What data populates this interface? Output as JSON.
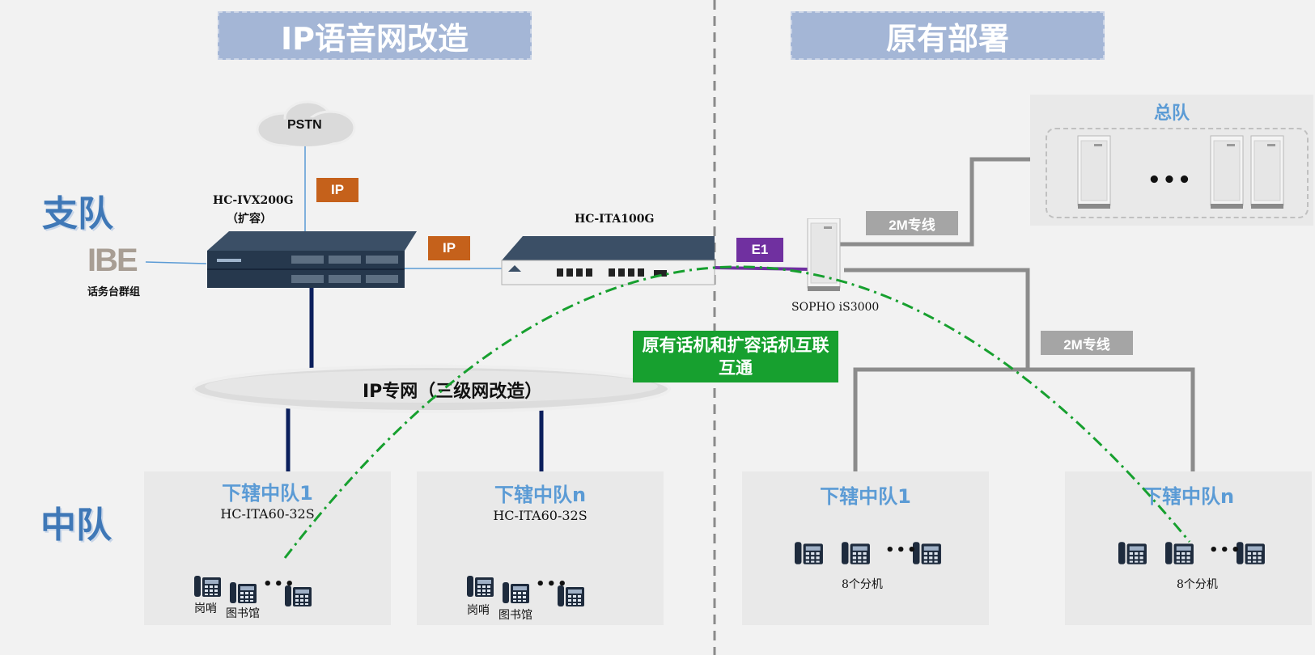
{
  "banners": {
    "left": "IP语音网改造",
    "right": "原有部署"
  },
  "levels": {
    "branch": "支队",
    "squad": "中队"
  },
  "cloud": {
    "pstn": "PSTN",
    "ip_net": "IP专网（三级网改造）"
  },
  "devices": {
    "ivx": {
      "name": "HC-IVX200G",
      "note": "（扩容）"
    },
    "ita100": {
      "name": "HC-ITA100G"
    },
    "sopho": {
      "name": "SOPHO iS3000"
    },
    "ita60_1": {
      "name": "HC-ITA60-32S"
    },
    "ita60_n": {
      "name": "HC-ITA60-32S"
    },
    "console_logo": "IBE",
    "console_label": "话务台群组"
  },
  "tags": {
    "ip_top": "IP",
    "ip_mid": "IP",
    "e1": "E1",
    "line_2m_top": "2M专线",
    "line_2m_mid": "2M专线"
  },
  "green_note": {
    "line1": "原有话机和扩容话机互联",
    "line2": "互通"
  },
  "hq": {
    "title": "总队",
    "dots": "•••"
  },
  "panels": {
    "left1": {
      "title": "下辖中队1",
      "phone_a": "岗哨",
      "phone_b": "图书馆",
      "dots": "•••"
    },
    "leftn": {
      "title": "下辖中队n",
      "phone_a": "岗哨",
      "phone_b": "图书馆",
      "dots": "•••"
    },
    "right1": {
      "title": "下辖中队1",
      "ext": "8个分机",
      "dots": "•••"
    },
    "rightn": {
      "title": "下辖中队n",
      "ext": "8个分机",
      "dots": "•••"
    }
  },
  "colors": {
    "banner": "#a4b6d6",
    "orange": "#c5611b",
    "purple": "#7030a0",
    "green": "#17a02f",
    "navy": "#0b1f5c",
    "gray_line": "#8c8c8c",
    "title_blue": "#5b9bd5"
  }
}
